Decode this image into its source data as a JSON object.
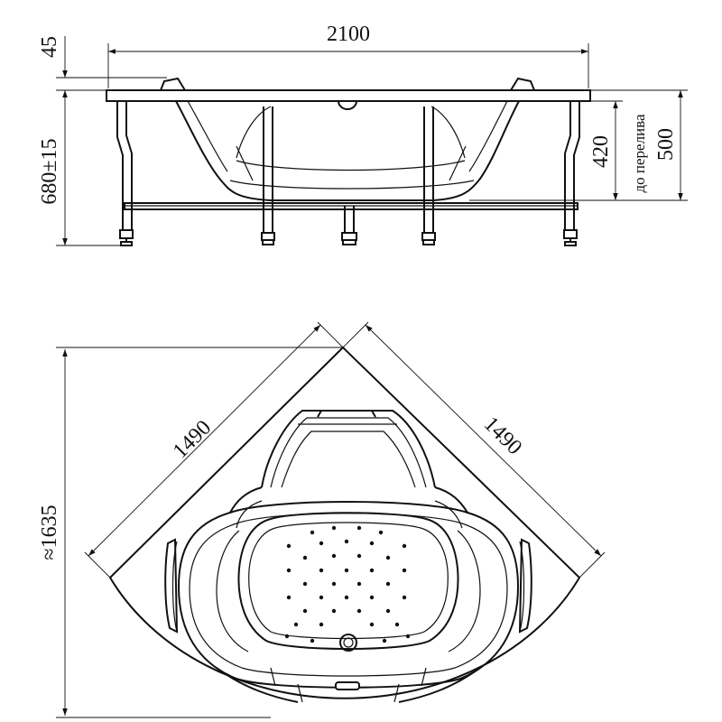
{
  "side_view": {
    "width_label": "2100",
    "rim_label": "45",
    "height_label": "680±15",
    "depth_label": "420",
    "overflow_label": "до перелива",
    "overflow_value": "500"
  },
  "top_view": {
    "left_side_label": "1490",
    "right_side_label": "1490",
    "diagonal_label": "≈1635"
  }
}
